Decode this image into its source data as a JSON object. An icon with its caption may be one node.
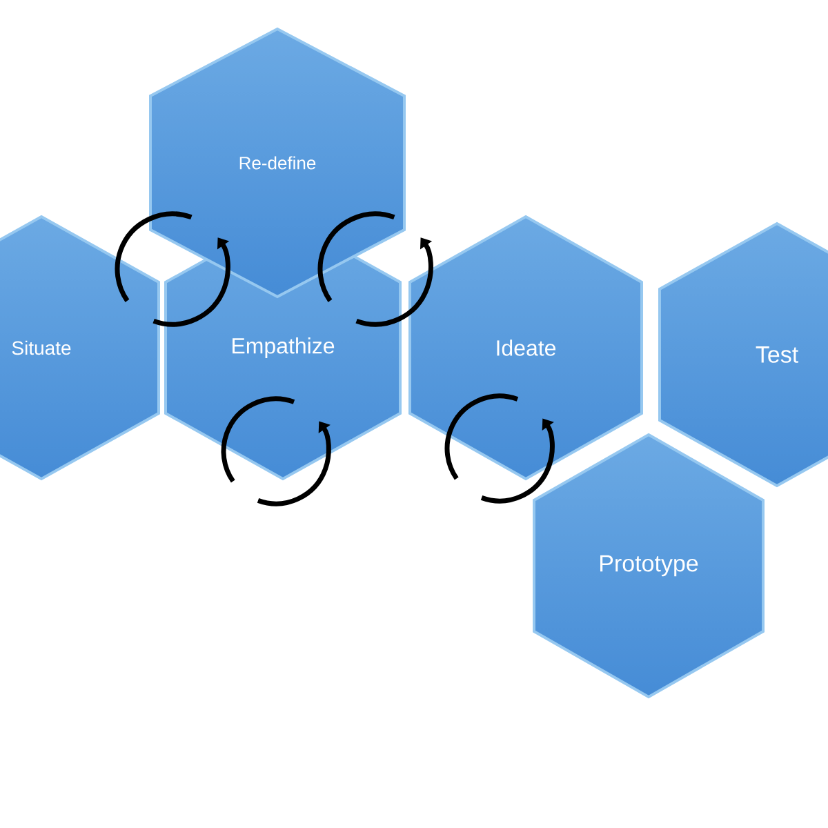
{
  "diagram": {
    "nodes": [
      {
        "text": [
          "Re-define"
        ]
      },
      {
        "text": [
          "Situate"
        ]
      },
      {
        "text": [
          "Empathize"
        ]
      },
      {
        "text": [
          "Ideate"
        ]
      },
      {
        "text": [
          "Test"
        ]
      },
      {
        "text": [
          "Prototype"
        ]
      }
    ]
  }
}
